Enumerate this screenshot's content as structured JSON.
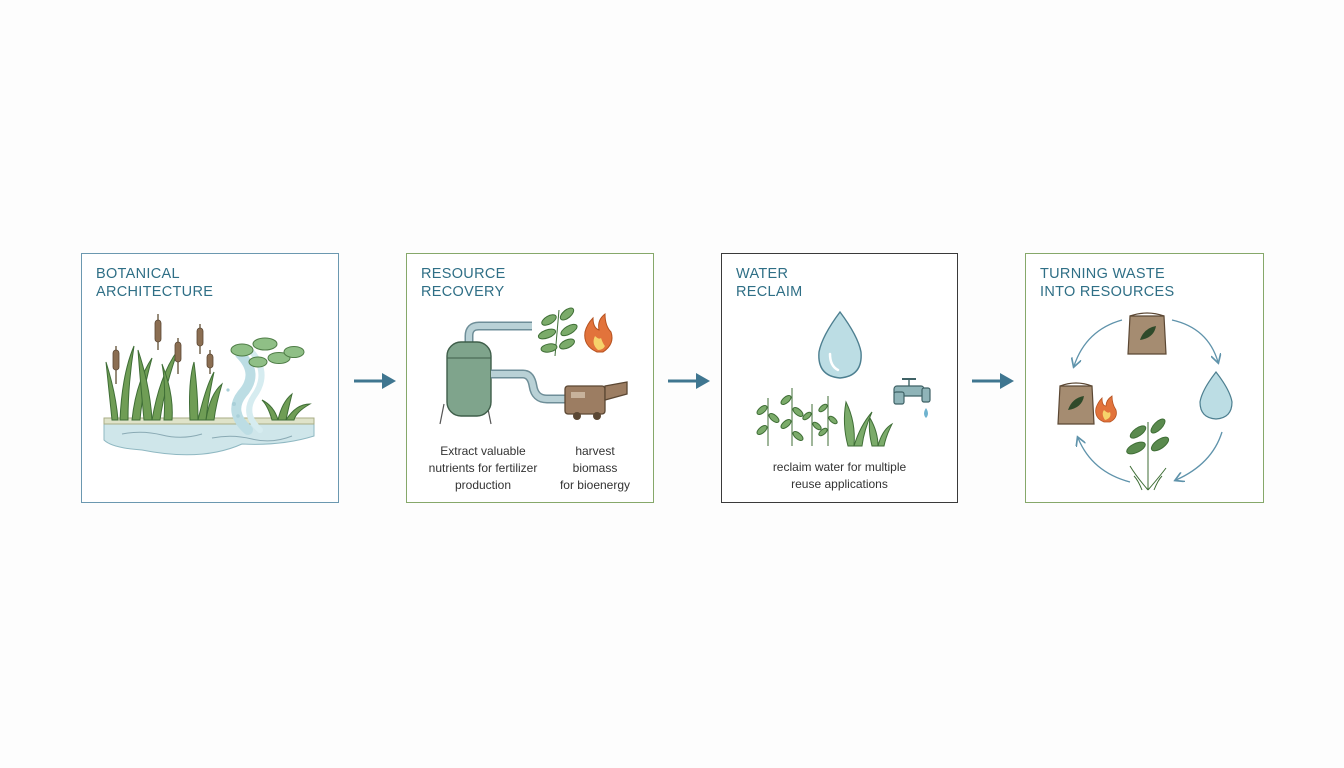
{
  "panels": [
    {
      "title": "BOTANICAL\nARCHITECTURE",
      "border_color": "#6b98b0",
      "icons": [
        "cattail-reeds-icon",
        "lily-pads-icon",
        "water-stream-icon",
        "wetland-pond-icon"
      ]
    },
    {
      "title": "RESOURCE\nRECOVERY",
      "border_color": "#86a86a",
      "captions": [
        "Extract valuable\nnutrients for fertilizer\nproduction",
        "harvest\nbiomass\nfor bioenergy"
      ],
      "icons": [
        "tank-pipe-icon",
        "leaf-icon",
        "flame-icon",
        "biomass-machine-icon"
      ]
    },
    {
      "title": "WATER\nRECLAIM",
      "border_color": "#3a3a3a",
      "captions": [
        "reclaim water for multiple\nreuse applications"
      ],
      "icons": [
        "water-drop-icon",
        "plants-icon",
        "faucet-icon"
      ]
    },
    {
      "title": "TURNING WASTE\nINTO RESOURCES",
      "border_color": "#86a86a",
      "icons": [
        "fertilizer-bag-icon",
        "water-drop-icon",
        "seedling-icon",
        "flame-icon",
        "cycle-arrows-icon"
      ]
    }
  ],
  "colors": {
    "title": "#2f6f86",
    "arrow": "#3f7690",
    "plant": "#5a8a4e",
    "water": "#bcdde4",
    "flame": "#e2733b",
    "bag": "#a58c71"
  }
}
